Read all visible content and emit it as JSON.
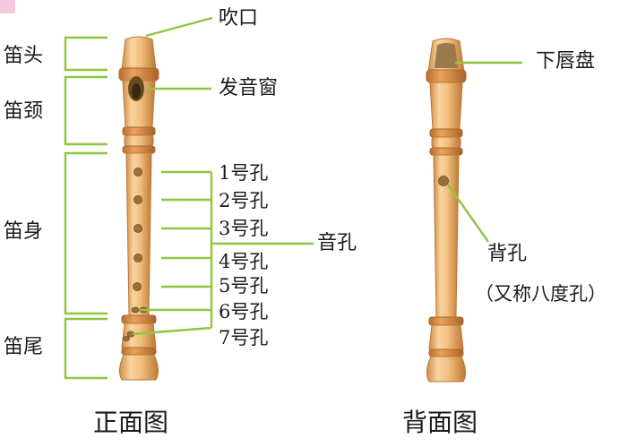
{
  "labels": {
    "corner_tag": "",
    "front": {
      "head": "笛头",
      "neck": "笛颈",
      "body": "笛身",
      "tail": "笛尾",
      "mouthpiece": "吹口",
      "window": "发音窗",
      "holes": [
        "1号孔",
        "2号孔",
        "3号孔",
        "4号孔",
        "5号孔",
        "6号孔",
        "7号孔"
      ],
      "tone_holes": "音孔",
      "caption": "正面图"
    },
    "back": {
      "lip_plate": "下唇盘",
      "back_hole": "背孔",
      "back_hole_note": "（又称八度孔）",
      "caption": "背面图"
    }
  },
  "colors": {
    "callout": "#8ec63f",
    "wood_light": "#f8d4a0",
    "wood_mid": "#eeaa62",
    "wood_dark": "#c7803b",
    "hole": "#9a7038",
    "corner_tag": "#f4c9dd"
  }
}
